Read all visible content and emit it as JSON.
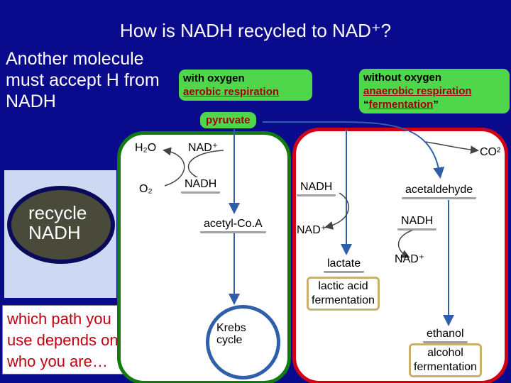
{
  "title": "How is NADH recycled to NAD⁺?",
  "intro": [
    "Another molecule",
    "must accept H from",
    "NADH"
  ],
  "left_tag": {
    "line1": "with oxygen",
    "line2": "aerobic respiration"
  },
  "right_tag": {
    "line1": "without oxygen",
    "line2": "anaerobic respiration",
    "line3_open": "“",
    "line3_word": "fermentation",
    "line3_close": "”"
  },
  "recycle": [
    "recycle",
    "NADH"
  ],
  "which_path": [
    "which path you",
    "use depends on",
    "who you are…"
  ],
  "aerobic": {
    "pyruvate": "pyruvate",
    "h2o": "H₂O",
    "o2": "O₂",
    "nad_plus": "NAD⁺",
    "nadh": "NADH",
    "acetyl_coa": "acetyl-Co.A",
    "krebs": [
      "Krebs",
      "cycle"
    ]
  },
  "anaerobic": {
    "co2": "CO²",
    "nadh_left": "NADH",
    "nad_plus_left": "NAD⁺",
    "lactate": "lactate",
    "lactic": [
      "lactic acid",
      "fermentation"
    ],
    "acetaldehyde": "acetaldehyde",
    "nadh_right": "NADH",
    "nad_plus_right": "NAD⁺",
    "ethanol": "ethanol",
    "alcohol": [
      "alcohol",
      "fermentation"
    ]
  },
  "colors": {
    "background": "#0a0a8c",
    "green": "#117a11",
    "red": "#d20015",
    "accent_text": "#a30010",
    "tag_green": "#4fd64b",
    "krebs_blue": "#2f5fa8"
  }
}
